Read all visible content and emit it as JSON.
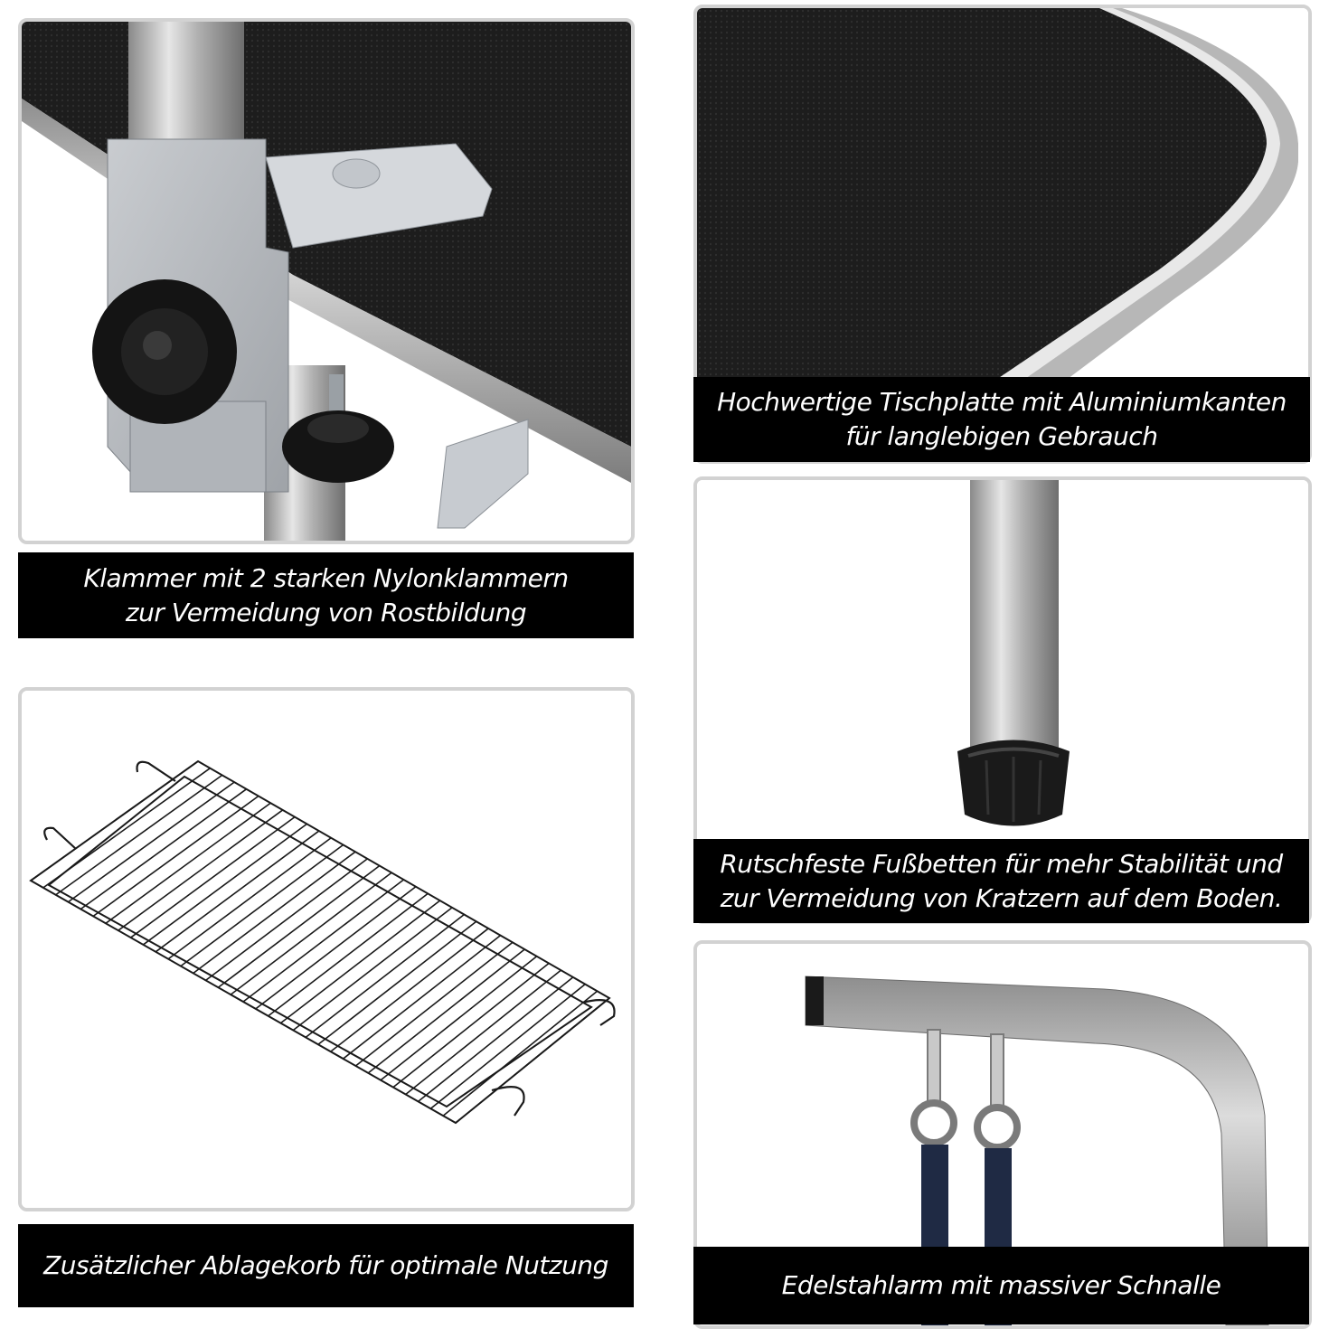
{
  "panels": {
    "clamp": {
      "caption_line1": "Klammer mit 2 starken Nylonklammern",
      "caption_line2": "zur Vermeidung von Rostbildung"
    },
    "tabletop": {
      "caption_line1": "Hochwertige Tischplatte mit Aluminiumkanten",
      "caption_line2": "für langlebigen Gebrauch"
    },
    "feet": {
      "caption_line1": "Rutschfeste Fußbetten für mehr Stabilität und",
      "caption_line2": "zur Vermeidung von Kratzern auf dem Boden."
    },
    "basket": {
      "caption": "Zusätzlicher Ablagekorb für optimale Nutzung"
    },
    "arm": {
      "caption": "Edelstahlarm mit massiver Schnalle"
    }
  },
  "colors": {
    "caption_bg": "#000000",
    "caption_text": "#ffffff",
    "panel_border": "#d2d2d2",
    "tabletop": "#1c1c1c",
    "steel": "#b9b9b9"
  }
}
